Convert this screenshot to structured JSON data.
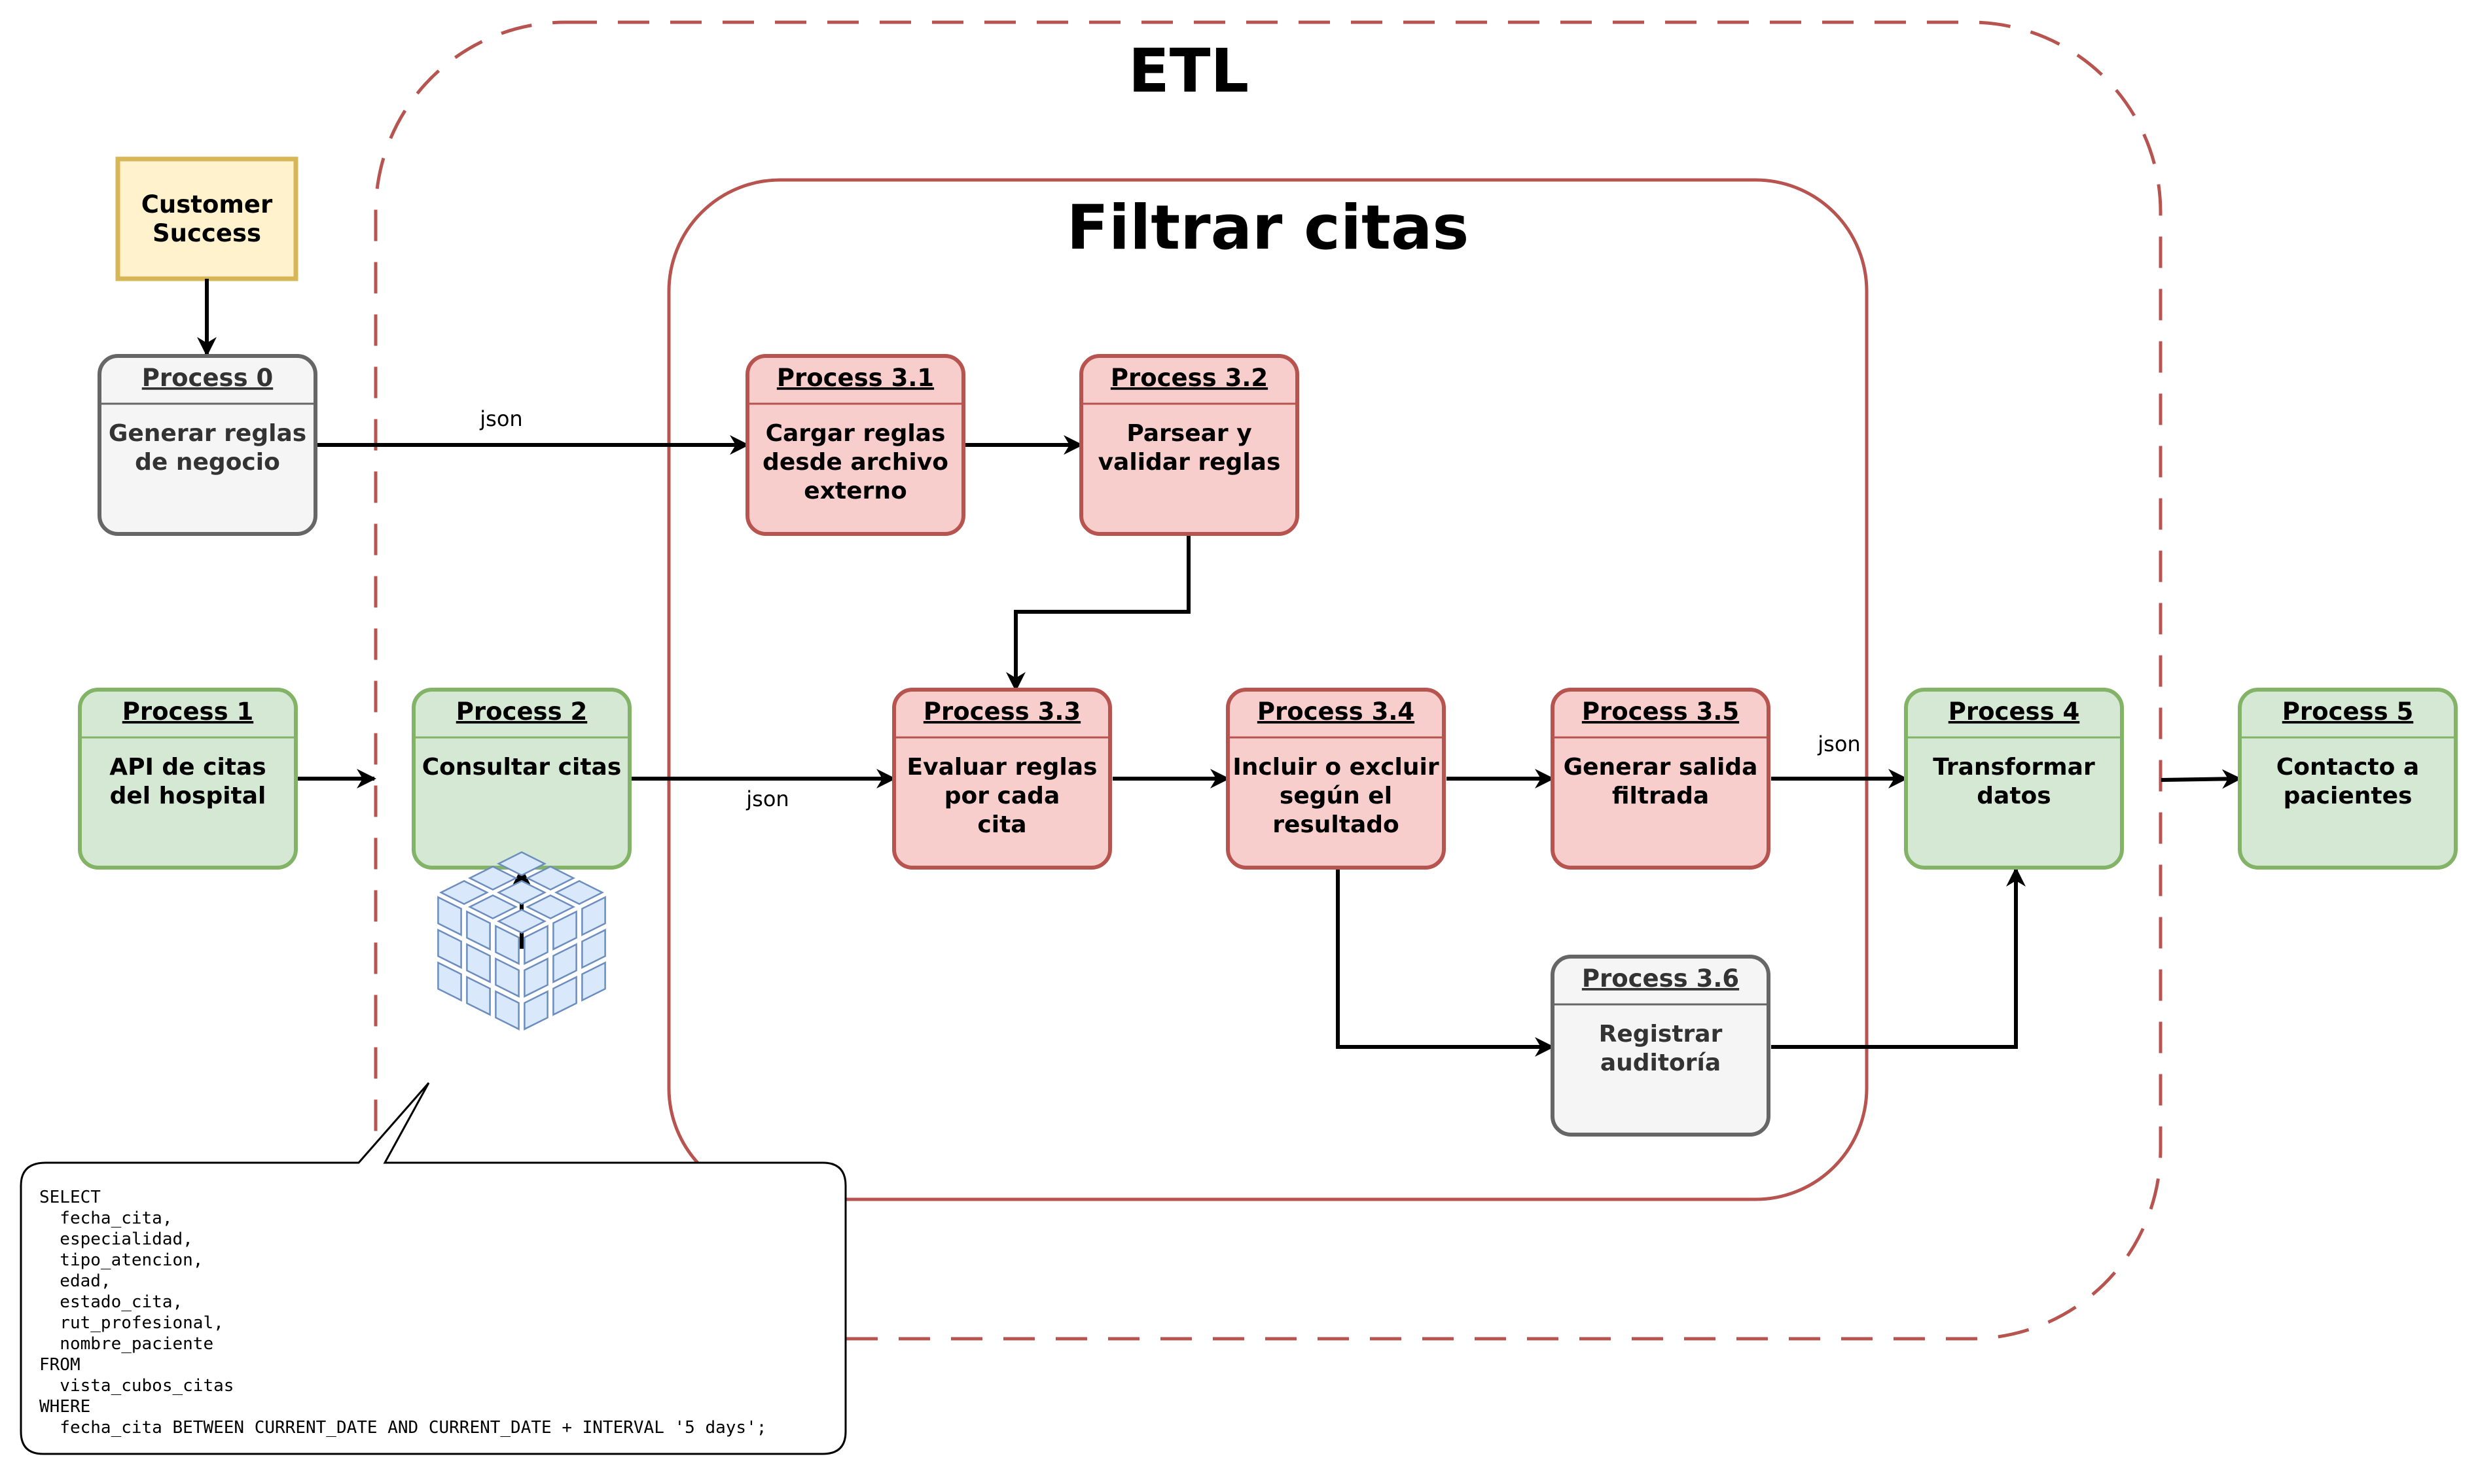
{
  "etl_title": "ETL",
  "filter_title": "Filtrar citas",
  "customer": {
    "line1": "Customer",
    "line2": "Success"
  },
  "processes": [
    {
      "id": "p0",
      "title": "Process 0",
      "lines": [
        "Generar reglas",
        "de negocio"
      ],
      "style": "gray"
    },
    {
      "id": "p1",
      "title": "Process 1",
      "lines": [
        "API de citas",
        "del hospital"
      ],
      "style": "green"
    },
    {
      "id": "p2",
      "title": "Process 2",
      "lines": [
        "Consultar citas"
      ],
      "style": "green"
    },
    {
      "id": "p31",
      "title": "Process 3.1",
      "lines": [
        "Cargar reglas",
        "desde archivo",
        "externo"
      ],
      "style": "red"
    },
    {
      "id": "p32",
      "title": "Process 3.2",
      "lines": [
        "Parsear y",
        "validar reglas"
      ],
      "style": "red"
    },
    {
      "id": "p33",
      "title": "Process 3.3",
      "lines": [
        "Evaluar reglas",
        "por cada",
        "cita"
      ],
      "style": "red"
    },
    {
      "id": "p34",
      "title": "Process 3.4",
      "lines": [
        "Incluir o excluir",
        "según el",
        "resultado"
      ],
      "style": "red"
    },
    {
      "id": "p35",
      "title": "Process 3.5",
      "lines": [
        "Generar salida",
        "filtrada"
      ],
      "style": "red"
    },
    {
      "id": "p36",
      "title": "Process 3.6",
      "lines": [
        "Registrar",
        "auditoría"
      ],
      "style": "gray"
    },
    {
      "id": "p4",
      "title": "Process 4",
      "lines": [
        "Transformar",
        "datos"
      ],
      "style": "green"
    },
    {
      "id": "p5",
      "title": "Process 5",
      "lines": [
        "Contacto a",
        "pacientes"
      ],
      "style": "green"
    }
  ],
  "edge_labels": [
    "json",
    "json",
    "json"
  ],
  "sql_lines": [
    "SELECT",
    "  fecha_cita,",
    "  especialidad,",
    "  tipo_atencion,",
    "  edad,",
    "  estado_cita,",
    "  rut_profesional,",
    "  nombre_paciente",
    "FROM",
    "  vista_cubos_citas",
    "WHERE",
    "  fecha_cita BETWEEN CURRENT_DATE AND CURRENT_DATE + INTERVAL '5 days';"
  ],
  "colors": {
    "etl_border": "#b85450",
    "gray_fill": "#f5f5f5",
    "gray_stroke": "#666666",
    "green_fill": "#d5e8d4",
    "green_stroke": "#82b366",
    "red_fill": "#f8cecc",
    "red_stroke": "#b85450",
    "yellow_fill": "#fff2cc",
    "yellow_stroke": "#d6b656",
    "cube_fill": "#dae8fc",
    "cube_stroke": "#6c8ebf"
  }
}
